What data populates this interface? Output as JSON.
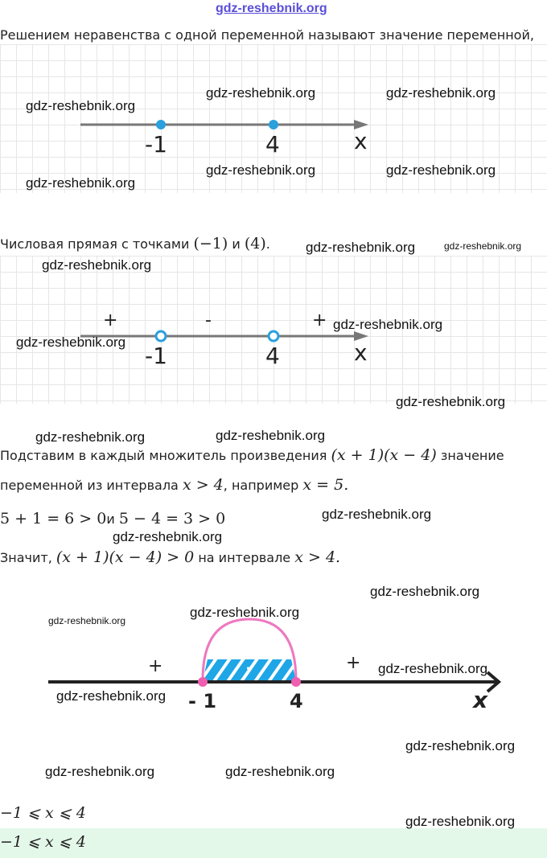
{
  "watermark": "gdz-reshebnik.org",
  "intro": "Решением неравенства с одной переменной называют значение переменной,",
  "fig1": {
    "labels": [
      "-1",
      "4",
      "x"
    ]
  },
  "caption2": {
    "text": "Числовая прямая с точками",
    "a": "(−1)",
    "and": "и",
    "b": "(4)",
    "dot": "."
  },
  "fig2": {
    "signs": [
      "+",
      "-",
      "+"
    ],
    "labels": [
      "-1",
      "4",
      "x"
    ]
  },
  "p1": {
    "t1": "Подставим в каждый множитель произведения",
    "expr": "(x + 1)(x − 4)",
    "t2": "значение"
  },
  "p2": {
    "t1": "переменной из интервала",
    "cond": "x  > 4",
    "t2": ", например",
    "ex": "x = 5."
  },
  "p3": {
    "e1": "5 + 1 = 6  >  0",
    "and": "и",
    "e2": "5 − 4 = 3  > 0"
  },
  "p4": {
    "t1": "Значит,",
    "expr": "(x + 1)(x − 4)   >  0",
    "t2": "на интервале",
    "cond": "x  > 4."
  },
  "fig3": {
    "signs": [
      "+",
      "-",
      "+"
    ],
    "labels": [
      "- 1",
      "4",
      "x"
    ]
  },
  "answer1": "−1  ⩽  x  ⩽  4",
  "answer2": "−1  ⩽  x  ⩽  4"
}
